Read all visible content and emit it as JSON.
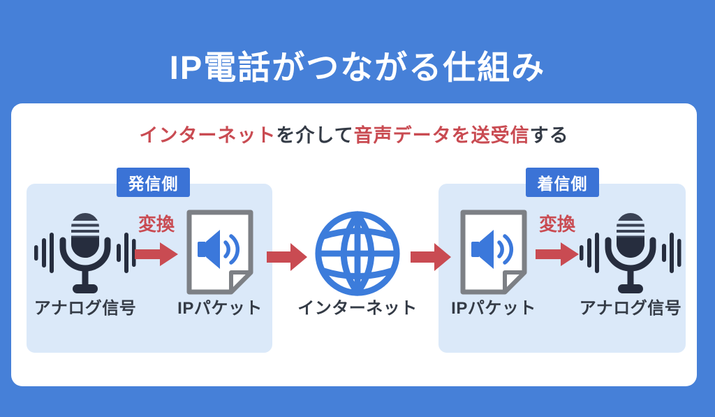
{
  "title": "IP電話がつながる仕組み",
  "subtitle": {
    "part1_red": "インターネット",
    "part2": "を介して",
    "part3_red": "音声データを送受信",
    "part4": "する"
  },
  "sender": {
    "badge": "発信側",
    "analog_label": "アナログ信号",
    "packet_label": "IPパケット",
    "convert_label": "変換"
  },
  "receiver": {
    "badge": "着信側",
    "packet_label": "IPパケット",
    "analog_label": "アナログ信号",
    "convert_label": "変換"
  },
  "internet_label": "インターネット",
  "icons": {
    "microphone": "microphone-with-sound-waves-icon",
    "packet": "audio-document-icon",
    "globe": "globe-icon",
    "arrow": "red-right-arrow-icon"
  },
  "colors": {
    "background": "#4680D8",
    "card": "#FFFFFF",
    "panel": "#DBE9F9",
    "badge_blue": "#3B73D6",
    "accent_red": "#C94B52",
    "text_dark": "#343B46",
    "icon_blue": "#3C7CDB",
    "mic_dark": "#262D3E",
    "mic_light": "#3A4254",
    "doc_border": "#7D8085"
  }
}
